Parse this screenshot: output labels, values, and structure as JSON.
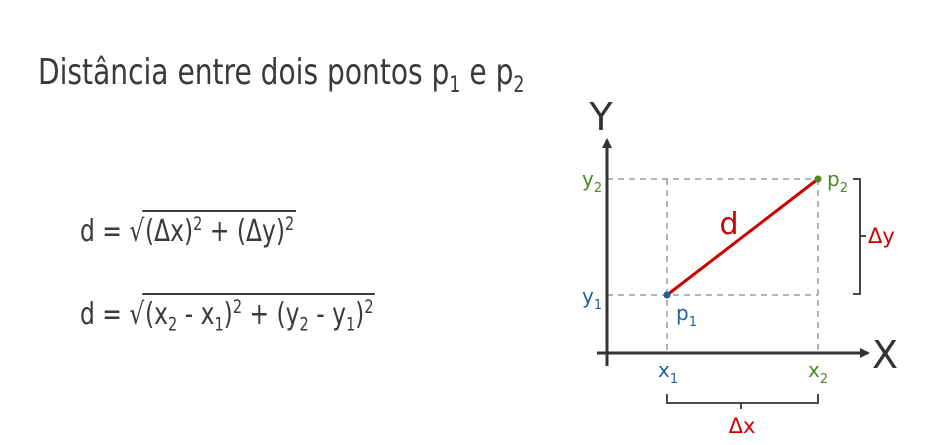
{
  "title": {
    "text": "Distância entre dois pontos p",
    "sub1": "1",
    "mid": " e p",
    "sub2": "2"
  },
  "formulas": {
    "f1": {
      "lhs": "d = ",
      "root": "√",
      "a": "(Δx)",
      "a_exp": "2",
      "plus": " + ",
      "b": "(Δy)",
      "b_exp": "2"
    },
    "f2": {
      "lhs": "d = ",
      "root": "√",
      "x_open": "(x",
      "x2_sub": "2",
      "minus1": " - x",
      "x1_sub": "1",
      "x_close": ")",
      "x_exp": "2",
      "plus": " + ",
      "y_open": "(y",
      "y2_sub": "2",
      "minus2": " - y",
      "y1_sub": "1",
      "y_close": ")",
      "y_exp": "2"
    }
  },
  "diagram": {
    "y_axis": "Y",
    "x_axis": "X",
    "y2": "y",
    "y2_sub": "2",
    "y1": "y",
    "y1_sub": "1",
    "x1": "x",
    "x1_sub": "1",
    "x2": "x",
    "x2_sub": "2",
    "p1": "p",
    "p1_sub": "1",
    "p2": "p",
    "p2_sub": "2",
    "d": "d",
    "delta_y": "Δy",
    "delta_x": "Δx"
  },
  "colors": {
    "text": "#3a3a3a",
    "axis": "#333333",
    "dashed": "#9a9a9a",
    "segment": "#cc0000",
    "blue": "#2060a0",
    "green": "#4a8a20",
    "red": "#cc0000"
  }
}
